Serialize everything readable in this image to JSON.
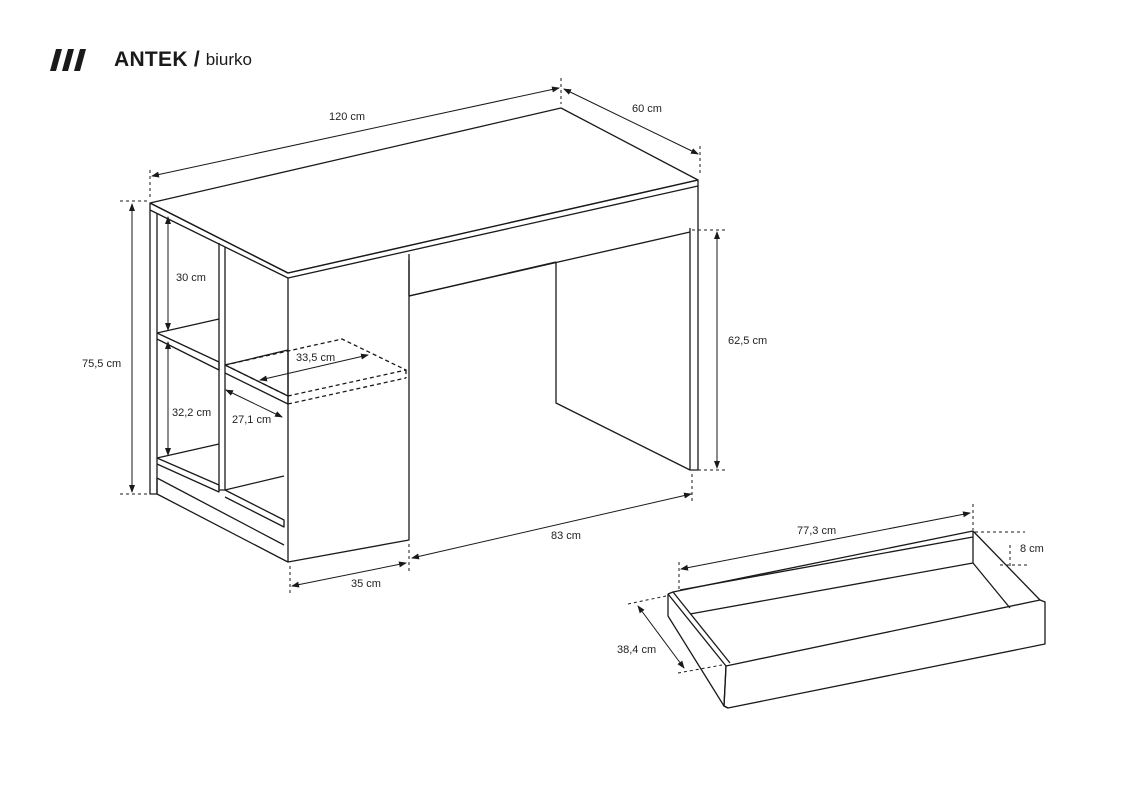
{
  "header": {
    "brand": "ANTEK",
    "separator": "/",
    "product": "biurko",
    "logo_icon": "triple-slash-logo-icon"
  },
  "dimensions": {
    "width": "120 cm",
    "depth": "60 cm",
    "height": "75,5 cm",
    "knee_height": "62,5 cm",
    "upper_shelf": "30 cm",
    "lower_shelf": "32,2 cm",
    "shelf_width": "33,5 cm",
    "shelf_depth": "27,1 cm",
    "cabinet_width": "35 cm",
    "knee_width": "83 cm"
  },
  "drawer": {
    "width": "77,3 cm",
    "height": "8 cm",
    "depth": "38,4 cm"
  },
  "colors": {
    "line": "#1a1a1a",
    "background": "#ffffff"
  }
}
